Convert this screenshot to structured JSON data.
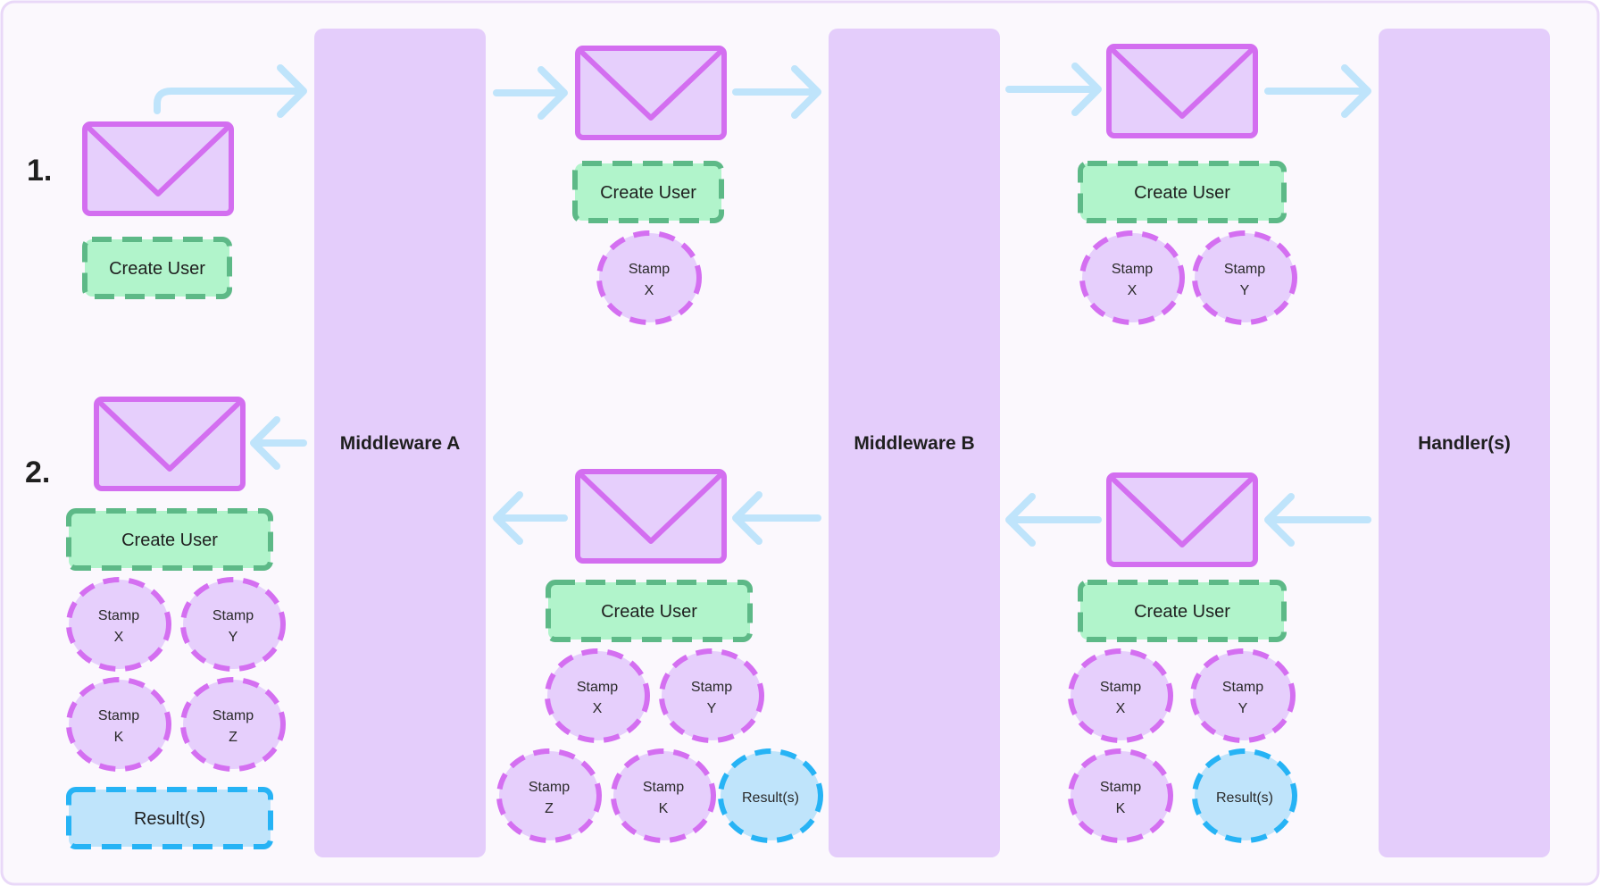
{
  "steps": {
    "step1": "1.",
    "step2": "2."
  },
  "columns": {
    "middleware_a": "Middleware A",
    "middleware_b": "Middleware B",
    "handlers": "Handler(s)"
  },
  "message_label": "Create User",
  "stamp_word": "Stamp",
  "stamp_x": "X",
  "stamp_y": "Y",
  "stamp_k": "K",
  "stamp_z": "Z",
  "result_label": "Result(s)",
  "colors": {
    "background": "#fbf8fd",
    "border": "#e9d8f8",
    "column": "#e4cdfb",
    "envelope_fill": "#e6cffc",
    "envelope_stroke": "#d36ef0",
    "message_fill": "#b1f4cb",
    "message_stroke": "#5db987",
    "stamp_fill": "#e6cffc",
    "stamp_stroke": "#d46ff1",
    "result_fill": "#bfe4fb",
    "result_stroke": "#26b3f5",
    "arrow": "#bfe4fb"
  }
}
